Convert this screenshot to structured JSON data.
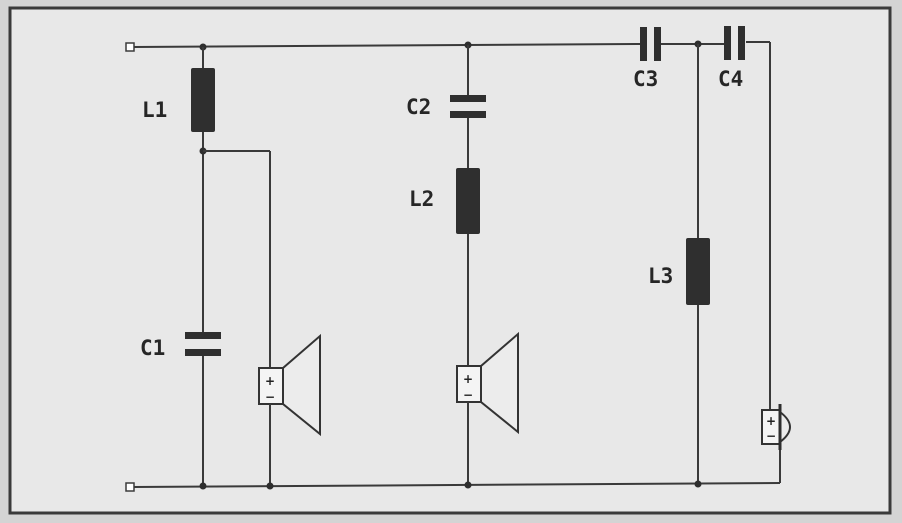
{
  "diagram": {
    "type": "crossover-schematic",
    "colors": {
      "paper": "#e9e9e9",
      "ink": "#2e2e2e",
      "border": "#3a3a3a",
      "backdrop": "#cfcfcf"
    },
    "components": {
      "L1": {
        "label": "L1",
        "kind": "inductor"
      },
      "L2": {
        "label": "L2",
        "kind": "inductor"
      },
      "L3": {
        "label": "L3",
        "kind": "inductor"
      },
      "C1": {
        "label": "C1",
        "kind": "capacitor"
      },
      "C2": {
        "label": "C2",
        "kind": "capacitor"
      },
      "C3": {
        "label": "C3",
        "kind": "capacitor"
      },
      "C4": {
        "label": "C4",
        "kind": "capacitor"
      }
    },
    "speakers": {
      "woofer": {
        "icon": "speaker-cone-icon",
        "plus": "+",
        "minus": "−"
      },
      "midrange": {
        "icon": "speaker-cone-icon",
        "plus": "+",
        "minus": "−"
      },
      "tweeter": {
        "icon": "tweeter-horn-icon",
        "plus": "+",
        "minus": "−"
      }
    }
  }
}
